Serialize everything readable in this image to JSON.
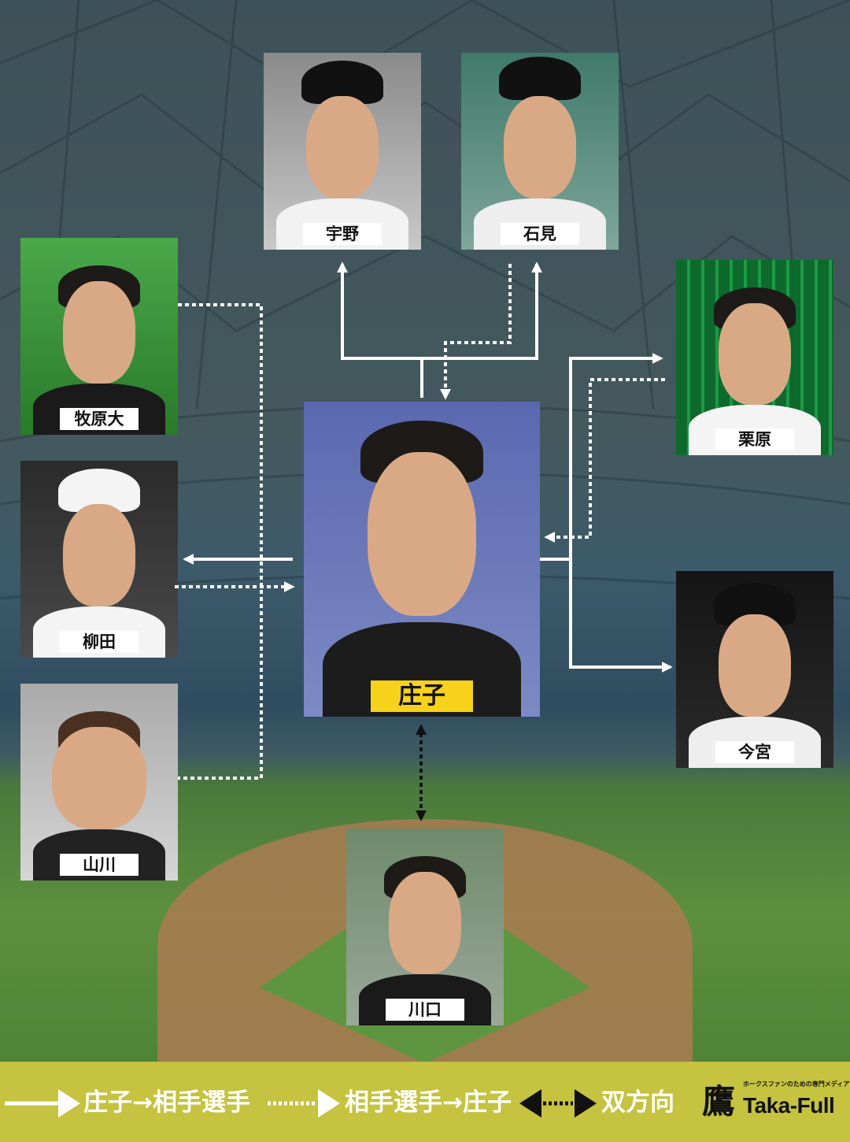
{
  "center_player": {
    "name": "庄子"
  },
  "players": {
    "uno": "宇野",
    "ishimi": "石見",
    "makihara": "牧原大",
    "yanagita": "柳田",
    "yamakawa": "山川",
    "kurihara": "栗原",
    "imamiya": "今宮",
    "kawaguchi": "川口"
  },
  "legend": {
    "solid": "庄子→相手選手",
    "dotted": "相手選手→庄子",
    "both": "双方向"
  },
  "logo": {
    "tagline": "ホークスファンのための専門メディア",
    "name": "Taka-Full",
    "mark": "鷹"
  },
  "colors": {
    "legend_bg": "#c5c33f",
    "highlight": "#f7d21a"
  }
}
